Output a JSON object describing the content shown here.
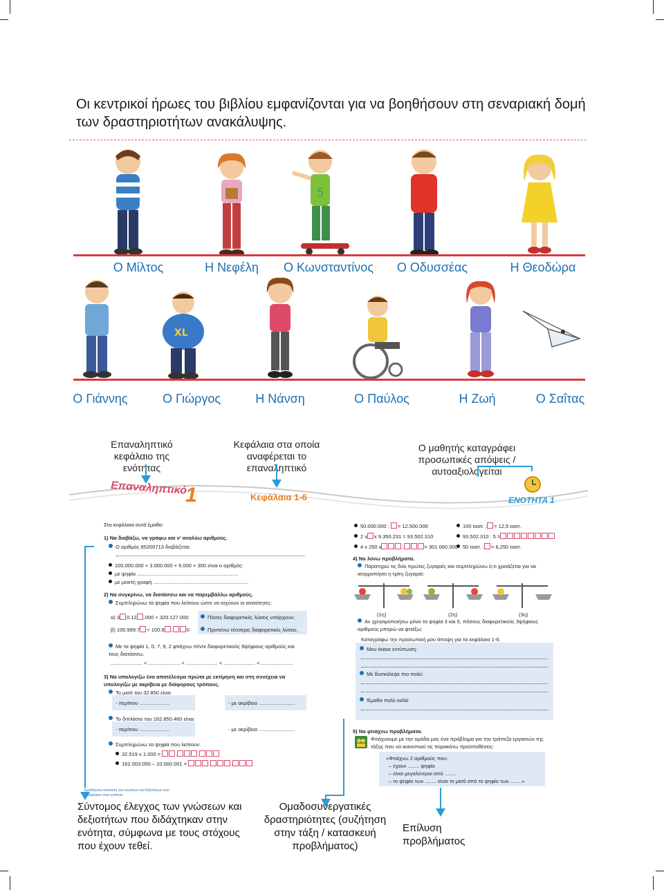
{
  "intro_text": "Οι κεντρικοί ήρωες του βιβλίου εμφανίζονται για να βοηθήσουν στη σεναριακή δομή των δραστηριοτήτων ανακάλυψης.",
  "heroes_row1": [
    "Ο Μίλτος",
    "Η Νεφέλη",
    "Ο Κωνσταντίνος",
    "Ο Οδυσσέας",
    "Η Θεοδώρα"
  ],
  "heroes_row2": [
    "Ο Γιάννης",
    "Ο Γιώργος",
    "Η Νάνση",
    "Ο Παύλος",
    "Η Ζωή",
    "Ο Σαΐτας"
  ],
  "legends_top": {
    "review": "Επαναληπτικό κεφάλαιο της ενότητας",
    "chapters": "Κεφάλαια στα οποία αναφέρεται το επαναληπτικό",
    "self": "Ο μαθητής καταγράφει προσωπικές απόψεις / αυτοαξιολογείται"
  },
  "banner": {
    "review_title": "Επαναληπτικό",
    "review_number": "1",
    "chapters": "Κεφάλαια 1-6",
    "unit": "ΕΝΟΤΗΤΑ 1"
  },
  "left_col": {
    "intro": "Στα κεφάλαια αυτά έμαθα:",
    "q1_title": "1)  Να διαβάζω, να γράφω και ν' αναλύω αριθμούς.",
    "q1_a": "Ο αριθμός 85200713 διαβάζεται:",
    "q1_b": "100.000.000 + 3.000.000 + 9.000 + 300 είναι ο αριθμός:",
    "q1_c": "με ψηφία",
    "q1_d": "με μεικτή γραφή",
    "q2_title": "2)  Να συγκρίνω, να διατάσσω και να παρεμβάλλω αριθμούς.",
    "q2_a": "Συμπληρώνω τα ψηφία που λείπουν ώστε να ισχύουν οι ανισότητες:",
    "q2_alpha_pre": "α)  3",
    "q2_alpha_mid": "0.12",
    "q2_alpha_post": ".000 < 320.127.000",
    "q2_beta_pre": "β)  100.999.7",
    "q2_beta_mid": "< 100.9",
    "q2_beta_post": "0",
    "q2_side1": "Πόσες διαφορετικές λύσεις υπάρχουν;",
    "q2_side2": "Προτείνω τέσσερις διαφορετικές λύσεις.",
    "q2_b": "Με τα ψηφία 1, 0, 7, 9, 2 φτιάχνω πέντε διαφορετικούς 9ψήφιους αριθμούς και τους διατάσσω.",
    "q2_order": "...................... < ...................... < ...................... < ...................... < ......................",
    "q3_title": "3)  Να υπολογίζω ένα αποτέλεσμα πρώτα με εκτίμηση και στη συνέχεια να υπολογίζω με ακρίβεια με διάφορους τρόπους.",
    "q3_a": "Το μισό του 32.850 είναι",
    "q3_approx": "- περίπου .....................",
    "q3_exact": "- με ακρίβεια .........................",
    "q3_b": "Το διπλάσιο του 182.850.460 είναι",
    "q3_c": "Συμπληρώνω τα ψηφία που λείπουν:",
    "q3_c1": "32.519 x 1.000 =",
    "q3_c2": "162.003.050 – 10.000.001 =",
    "footnote": "Εμπέδωση-επέκταση των γνώσεων και δεξιοτήτων που διδάχτηκαν στην ενότητα."
  },
  "right_col": {
    "eq1": "50.000.000 :",
    "eq1b": "= 12.500.000",
    "eq2": "2 x",
    "eq2b": "x 9.350.231 = 93.502.310",
    "eq3": "4 x 250 x",
    "eq3b": "= 301.060.000",
    "eq4": "100 εκατ. :",
    "eq4b": "= 12,5 εκατ.",
    "eq5": "93.502.310 : 5 =",
    "eq6": "50 εκατ. :",
    "eq6b": "= 6,250 εκατ.",
    "q4_title": "4)  Να λύνω προβλήματα.",
    "q4_a": "Παρατηρώ τις δύο πρώτες ζυγαριές και συμπληρώνω ό,τι χρειάζεται για να ισορροπήσει η τρίτη ζυγαριά:",
    "scale_labels": [
      "(1η)",
      "(2η)",
      "(3η)"
    ],
    "q4_b": "Αν χρησιμοποιήσω μόνο τα ψηφία 3 και 5, πόσους διαφορετικούς 3ψήφιους αριθμούς μπορώ να φτιάξω;",
    "record": "Καταγράφω την προσωπική μου άποψη για τα κεφάλαια 1-6.",
    "imp": "Μου έκανε εντύπωση:",
    "hard": "Με δυσκόλεψε πιο πολύ:",
    "good": "Έμαθα πολύ καλά:",
    "q5_title": "5)  Να φτιάχνω προβλήματα.",
    "q5_a": "Φτιάχνουμε με την ομάδα μας ένα πρόβλημα για την τράπεζα εργασιών της τάξης που να ικανοποιεί τις παρακάτω προϋποθέσεις:",
    "q5_q1": "«Φτιάχνω 2 αριθμούς που:",
    "q5_q2": "– έχουν ........ ψηφία",
    "q5_q3": "– είναι μεγαλύτεροι από ........",
    "q5_q4": "– το ψηφίο των ........ είναι το μισό από το ψηφίο των ........»"
  },
  "legends_bottom": {
    "check": "Σύντομος έλεγχος των γνώσεων και δεξιοτήτων που διδάχτηκαν στην ενότητα, σύμφωνα με τους στόχους που έχουν τεθεί.",
    "group": "Ομαδοσυνεργατικές δραστηριότητες (συζήτηση στην τάξη / κατασκευή προβλήματος)",
    "solve": "Επίλυση προβλήματος"
  },
  "colors": {
    "accent": "#2b9bd3",
    "hero_name": "#1e6fb0",
    "red_line": "#d83a3a",
    "banner_pink": "#d8496a",
    "banner_orange": "#ef7d1a"
  }
}
